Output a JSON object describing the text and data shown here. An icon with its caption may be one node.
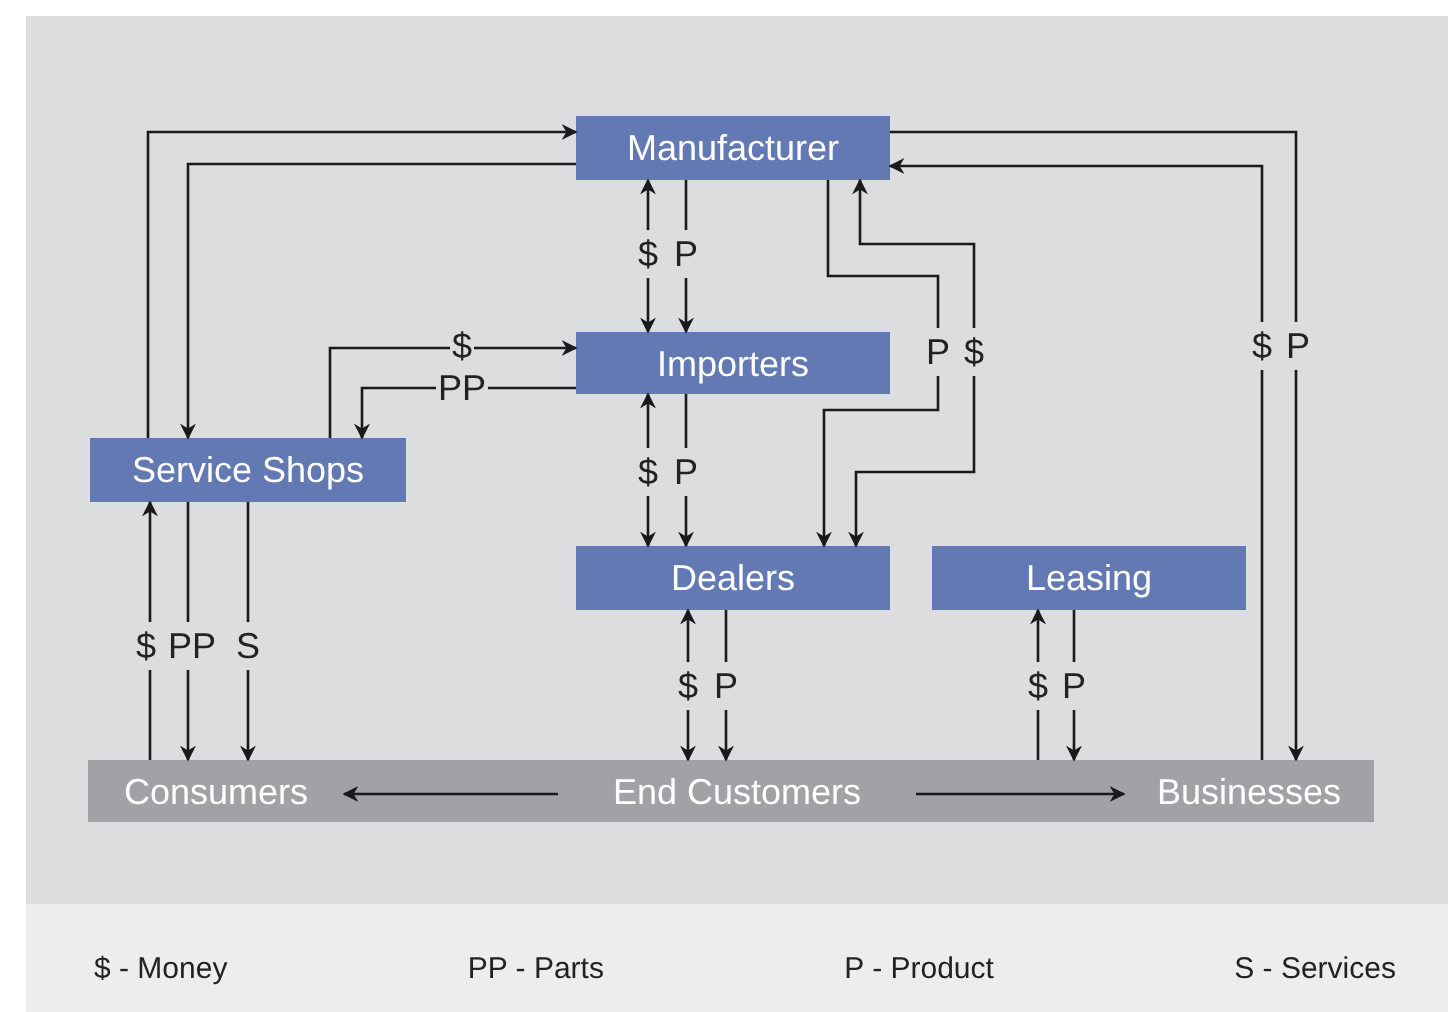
{
  "diagram": {
    "nodes": [
      {
        "text": [
          "Manufacturer"
        ]
      },
      {
        "text": [
          "Importers"
        ]
      },
      {
        "text": [
          "Service Shops"
        ]
      },
      {
        "text": [
          "Dealers"
        ]
      },
      {
        "text": [
          "Leasing"
        ]
      },
      {
        "text": [],
        "shape": "bar"
      },
      {
        "text": [
          "Consumers"
        ],
        "in": 5
      },
      {
        "text": [
          "End Customers"
        ],
        "in": 5
      },
      {
        "text": [
          "Businesses"
        ],
        "in": 5
      }
    ],
    "edges": [
      {
        "from": 2,
        "to": 0,
        "arrow": "to"
      },
      {
        "from": 0,
        "to": 2,
        "arrow": "to"
      },
      {
        "from": 0,
        "to": 1,
        "arrow": "both",
        "label": "$"
      },
      {
        "from": 0,
        "to": 1,
        "arrow": "to",
        "label": "P"
      },
      {
        "from": 1,
        "to": 3,
        "arrow": "both",
        "label": "$"
      },
      {
        "from": 1,
        "to": 3,
        "arrow": "to",
        "label": "P"
      },
      {
        "from": 2,
        "to": 1,
        "arrow": "to",
        "label": "$"
      },
      {
        "from": 1,
        "to": 2,
        "arrow": "to",
        "label": "PP"
      },
      {
        "from": 0,
        "to": 3,
        "arrow": "to",
        "label": "P"
      },
      {
        "from": 0,
        "to": 3,
        "arrow": "both",
        "label": "$"
      },
      {
        "from": 0,
        "to": 8,
        "arrow": "to",
        "label": "P"
      },
      {
        "from": 8,
        "to": 0,
        "arrow": "to",
        "label": "$"
      },
      {
        "from": 6,
        "to": 2,
        "arrow": "to",
        "label": "$"
      },
      {
        "from": 2,
        "to": 6,
        "arrow": "to",
        "label": "PP"
      },
      {
        "from": 2,
        "to": 6,
        "arrow": "to",
        "label": "S"
      },
      {
        "from": 3,
        "to": 7,
        "arrow": "both",
        "label": "$"
      },
      {
        "from": 3,
        "to": 7,
        "arrow": "to",
        "label": "P"
      },
      {
        "from": 5,
        "to": 4,
        "arrow": "to",
        "label": "$"
      },
      {
        "from": 4,
        "to": 5,
        "arrow": "to",
        "label": "P"
      },
      {
        "from": 7,
        "to": 6,
        "arrow": "to"
      },
      {
        "from": 7,
        "to": 8,
        "arrow": "to"
      }
    ],
    "labels": [
      "$ - Money",
      "PP - Parts",
      "P - Product",
      "S - Services"
    ]
  }
}
